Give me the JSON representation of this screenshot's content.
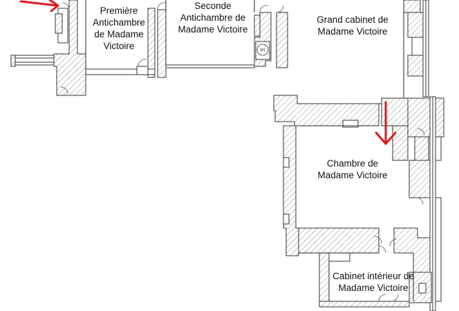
{
  "plan": {
    "rooms": [
      {
        "id": "premiere",
        "lines": [
          "Première",
          "Antichambre",
          "de Madame",
          "Victoire"
        ]
      },
      {
        "id": "seconde",
        "lines": [
          "Seconde",
          "Antichambre de",
          "Madame Victoire"
        ]
      },
      {
        "id": "grand",
        "lines": [
          "Grand cabinet de",
          "Madame Victoire"
        ]
      },
      {
        "id": "chambre",
        "lines": [
          "Chambre de",
          "Madame Victoire"
        ]
      },
      {
        "id": "cabinet",
        "lines": [
          "Cabinet intérieur de",
          "Madame Victoire"
        ]
      }
    ],
    "small_marks": {
      "pl": "Pl"
    },
    "colors": {
      "wall_stroke": "#333333",
      "hatch": "#888888",
      "arrow": "#e0191b"
    },
    "icons": {
      "arrows": "red-arrow-icon"
    }
  }
}
